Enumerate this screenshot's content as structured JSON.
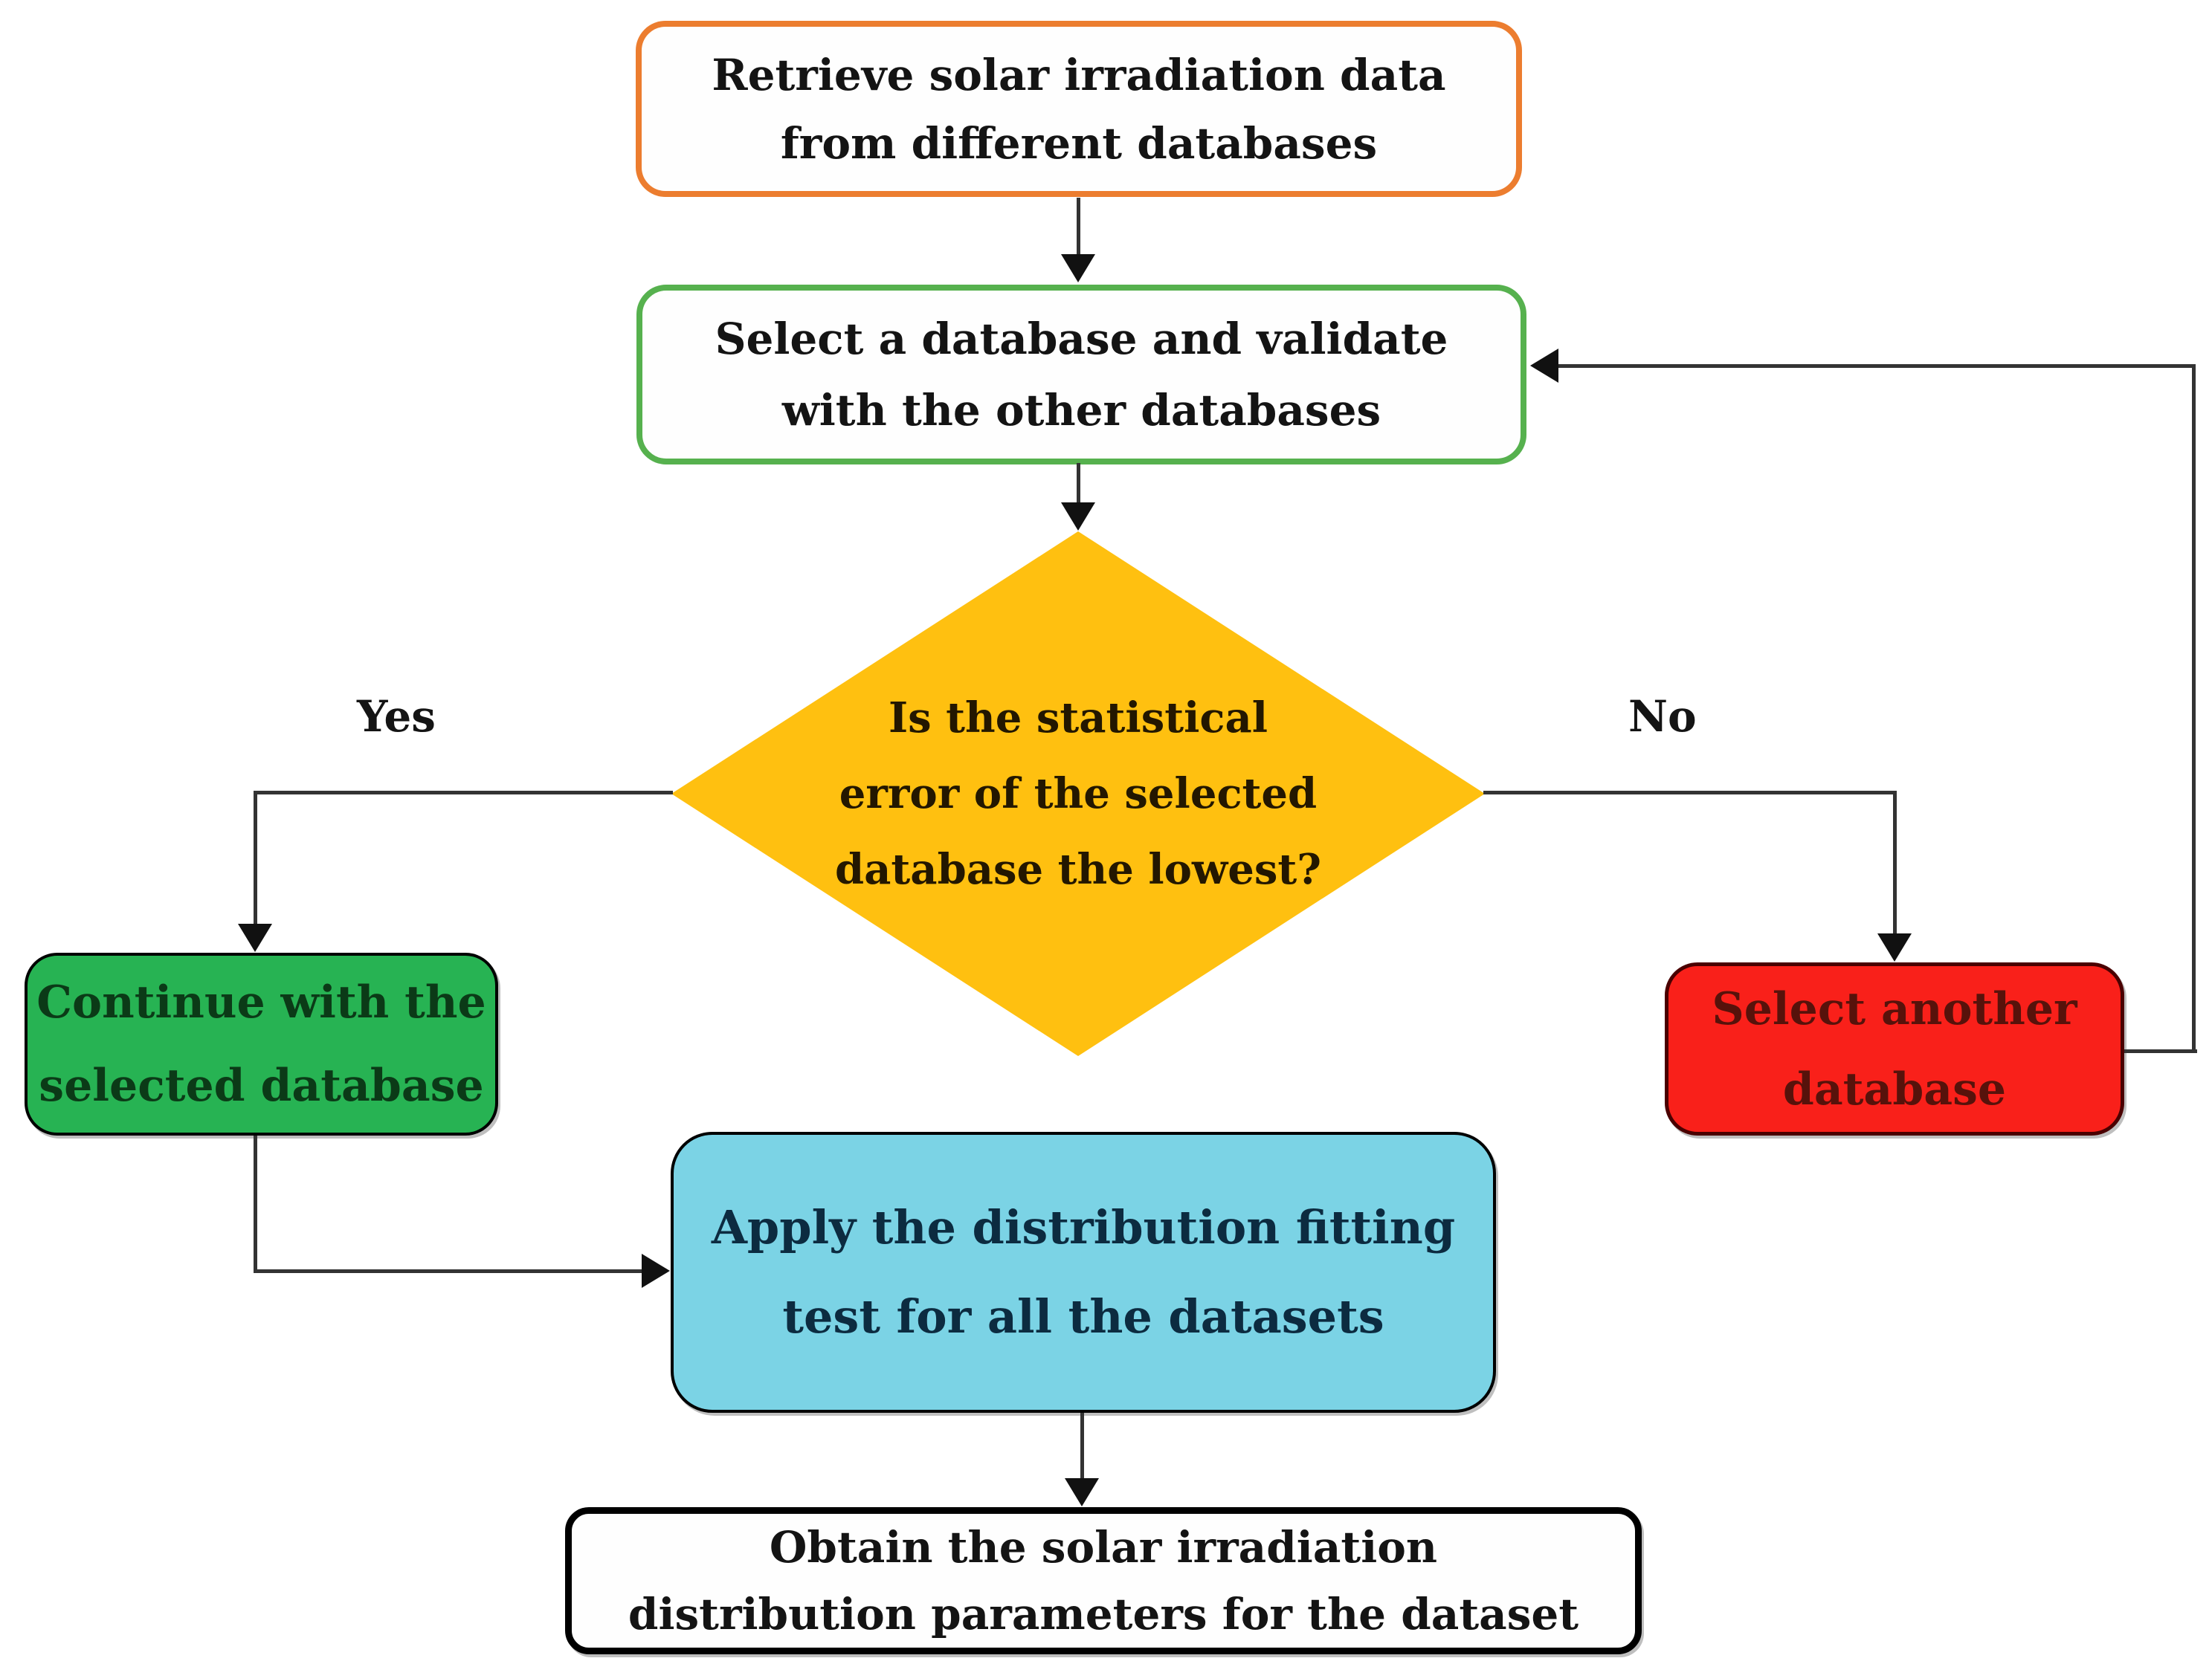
{
  "figure": {
    "type": "flowchart",
    "title": "Solar irradiation database selection and distribution fitting flowchart",
    "background_color": "#ffffff",
    "connector_color": "#333333"
  },
  "nodes": {
    "retrieve": {
      "line1": "Retrieve solar irradiation data",
      "line2": "from different databases",
      "shape": "rounded-rectangle",
      "fill_color": "#fefefe",
      "border_color": "#ec7d2f"
    },
    "select_validate": {
      "line1": "Select a database and validate",
      "line2": "with the  other databases",
      "shape": "rounded-rectangle",
      "fill_color": "#fefefe",
      "border_color": "#56b14e"
    },
    "decision": {
      "line1": "Is the statistical",
      "line2": "error of the selected",
      "line3": "database the lowest?",
      "shape": "diamond",
      "fill_color": "#ffc010"
    },
    "continue_db": {
      "line1": "Continue with the",
      "line2": "selected database",
      "shape": "rounded-rectangle",
      "fill_color": "#27b353",
      "border_color": "#000000"
    },
    "select_another": {
      "line1": "Select another",
      "line2": "database",
      "shape": "rounded-rectangle",
      "fill_color": "#f9201a",
      "border_color": "#4a0000"
    },
    "apply_fitting": {
      "line1": "Apply the distribution fitting",
      "line2": "test for all the datasets",
      "shape": "rounded-rectangle",
      "fill_color": "#7bd3e5",
      "border_color": "#000000"
    },
    "obtain_params": {
      "line1": "Obtain the solar irradiation",
      "line2": "distribution parameters for the dataset",
      "shape": "rounded-rectangle",
      "fill_color": "#fefefe",
      "border_color": "#000000"
    }
  },
  "edges": {
    "yes_label": "Yes",
    "no_label": "No",
    "list": [
      "retrieve -> select_validate",
      "select_validate -> decision",
      "decision -(Yes)-> continue_db",
      "decision -(No)-> select_another",
      "continue_db -> apply_fitting",
      "apply_fitting -> obtain_params",
      "select_another -> select_validate (feedback loop)"
    ]
  }
}
